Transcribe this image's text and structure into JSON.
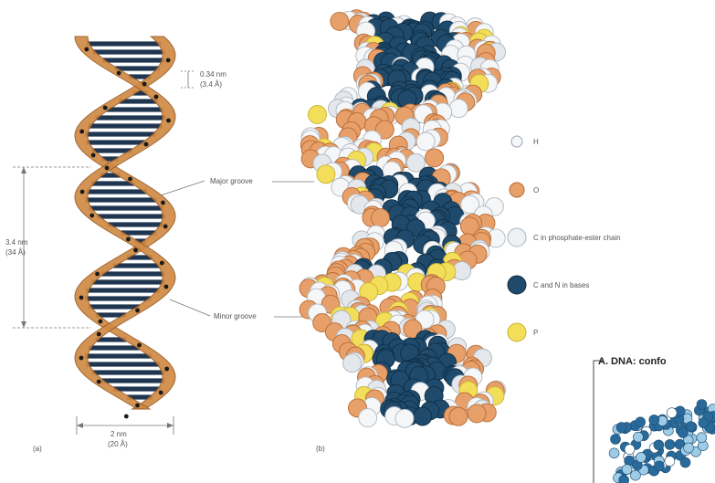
{
  "figure": {
    "panel_a_label": "(a)",
    "panel_b_label": "(b)",
    "rise_label_line1": "0.34 nm",
    "rise_label_line2": "(3.4 Å)",
    "pitch_label_line1": "3.4 nm",
    "pitch_label_line2": "(34 Å)",
    "width_label_line1": "2 nm",
    "width_label_line2": "(20 Å)",
    "major_groove_label": "Major groove",
    "minor_groove_label": "Minor groove",
    "legend": [
      {
        "symbol": "H",
        "label": "H",
        "color": "#f4f6f8",
        "stroke": "#9aa6b2"
      },
      {
        "symbol": "O",
        "label": "O",
        "color": "#e7a06a",
        "stroke": "#b86a34"
      },
      {
        "symbol": "C-backbone",
        "label": "C in phosphate-ester chain",
        "color": "#eef1f4",
        "stroke": "#a9b4be"
      },
      {
        "symbol": "C-bases",
        "label": "C and N in bases",
        "color": "#1f4a6b",
        "stroke": "#0f2d45"
      },
      {
        "symbol": "P",
        "label": "P",
        "color": "#f3de5a",
        "stroke": "#c9b233"
      }
    ],
    "inset_title": "A. DNA: confo",
    "colors": {
      "ribbon": "#cf8a45",
      "ribbon_dark": "#9c5a22",
      "base_pair": "#1f3550",
      "base_gap": "#ffffff",
      "oxygen": "#e7a06a",
      "carbon_base": "#1f4a6b",
      "hydrogen": "#f4f6f8",
      "phosphorus": "#f3de5a"
    }
  }
}
